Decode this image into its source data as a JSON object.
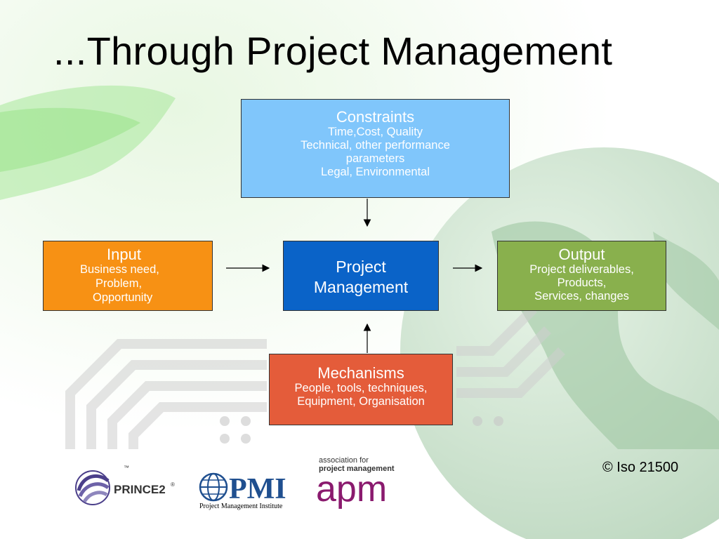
{
  "slide": {
    "title": "...Through Project Management",
    "copyright": "© Iso 21500"
  },
  "diagram": {
    "constraints": {
      "heading": "Constraints",
      "lines": [
        "Time,Cost, Quality",
        "Technical, other performance",
        "parameters",
        "Legal, Environmental"
      ],
      "color": "#80c6fb"
    },
    "input": {
      "heading": "Input",
      "lines": [
        "Business need,",
        " Problem,",
        "Opportunity"
      ],
      "color": "#f79114"
    },
    "project_management": {
      "lines": [
        "Project",
        "Management"
      ],
      "color": "#0a63c8"
    },
    "output": {
      "heading": "Output",
      "lines": [
        "Project deliverables,",
        "Products,",
        "Services, changes"
      ],
      "color": "#89b04d"
    },
    "mechanisms": {
      "heading": "Mechanisms",
      "lines": [
        "People, tools, techniques,",
        "Equipment, Organisation"
      ],
      "color": "#e45c3a"
    }
  },
  "logos": {
    "prince2": {
      "text": "PRINCE2",
      "mark": "®",
      "tm": "™"
    },
    "pmi": {
      "text": "PMI",
      "caption": "Project Management Institute"
    },
    "apm": {
      "text": "apm",
      "line1": "association for",
      "line2": "project management",
      "color": "#8a1a6e"
    }
  }
}
